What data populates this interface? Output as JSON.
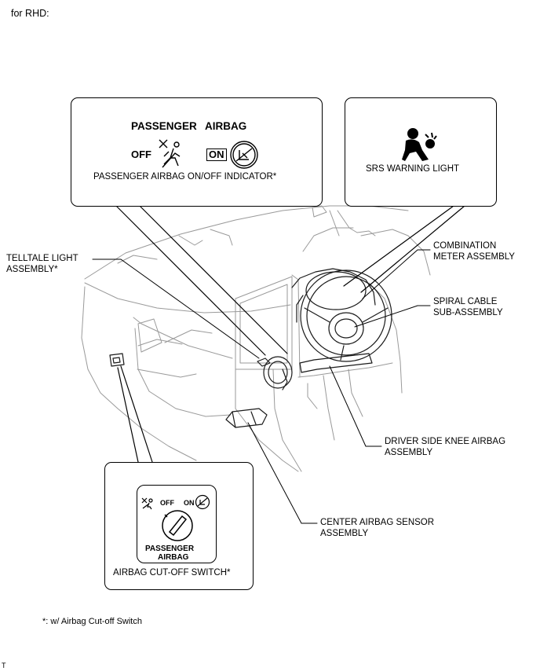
{
  "header": {
    "title": "for RHD:"
  },
  "callouts": {
    "passenger_indicator": {
      "heading_word1": "PASSENGER",
      "heading_word2": "AIRBAG",
      "off_label": "OFF",
      "on_label": "ON",
      "caption": "PASSENGER AIRBAG ON/OFF INDICATOR*",
      "icons": [
        "airbag-off-person-icon",
        "airbag-on-seat-icon"
      ]
    },
    "srs_warning": {
      "caption": "SRS WARNING LIGHT",
      "icon": "srs-airbag-person-icon"
    },
    "cutoff_switch": {
      "off_label": "OFF",
      "on_label": "ON",
      "face_word1": "PASSENGER",
      "face_word2": "AIRBAG",
      "caption": "AIRBAG CUT-OFF SWITCH*",
      "icons": [
        "airbag-off-person-icon",
        "airbag-on-seat-icon",
        "key-slot-icon"
      ]
    }
  },
  "labels": {
    "telltale": "TELLTALE LIGHT\nASSEMBLY*",
    "combination_meter": "COMBINATION\nMETER ASSEMBLY",
    "spiral_cable": "SPIRAL CABLE\nSUB-ASSEMBLY",
    "driver_knee": "DRIVER SIDE KNEE AIRBAG\nASSEMBLY",
    "center_sensor": "CENTER AIRBAG SENSOR\nASSEMBLY"
  },
  "footnote": "*: w/ Airbag Cut-off Switch",
  "corner_mark": "T"
}
